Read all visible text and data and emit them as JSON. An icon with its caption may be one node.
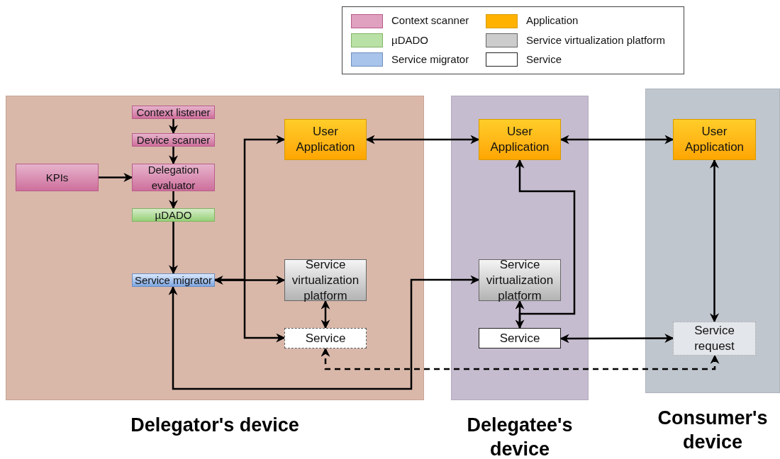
{
  "diagram": {
    "nodes": [
      {
        "text": [
          "Delegator's device"
        ]
      },
      {
        "text": [
          "Delegatee's device"
        ]
      },
      {
        "text": [
          "Consumer's device"
        ]
      },
      {
        "text": [
          "Context listener"
        ],
        "in": 0
      },
      {
        "text": [
          "Device scanner"
        ],
        "in": 0
      },
      {
        "text": [
          "KPIs"
        ],
        "in": 0
      },
      {
        "text": [
          "Delegation evaluator"
        ],
        "in": 0
      },
      {
        "text": [
          "µDADO"
        ],
        "in": 0
      },
      {
        "text": [
          "User Application"
        ],
        "in": 0
      },
      {
        "text": [
          "Service migrator"
        ],
        "in": 0
      },
      {
        "text": [
          "Service virtualization platform"
        ],
        "in": 0
      },
      {
        "text": [
          "Service"
        ],
        "in": 0
      },
      {
        "text": [
          "User Application"
        ],
        "in": 1
      },
      {
        "text": [
          "Service virtualization platform"
        ],
        "in": 1
      },
      {
        "text": [
          "Service"
        ],
        "in": 1
      },
      {
        "text": [
          "User Application"
        ],
        "in": 2
      },
      {
        "text": [
          "Service request"
        ],
        "in": 2
      }
    ],
    "edges": [
      {
        "from": 3,
        "to": 4,
        "arrow": "to"
      },
      {
        "from": 4,
        "to": 6,
        "arrow": "to"
      },
      {
        "from": 5,
        "to": 6,
        "arrow": "to"
      },
      {
        "from": 6,
        "to": 7,
        "arrow": "to"
      },
      {
        "from": 7,
        "to": 9,
        "arrow": "to"
      },
      {
        "from": 9,
        "to": 10,
        "arrow": "both"
      },
      {
        "from": 9,
        "to": 8,
        "arrow": "to"
      },
      {
        "from": 9,
        "to": 11,
        "arrow": "to"
      },
      {
        "from": 10,
        "to": 11,
        "arrow": "both"
      },
      {
        "from": 8,
        "to": 12,
        "arrow": "both"
      },
      {
        "from": 9,
        "to": 13,
        "arrow": "both"
      },
      {
        "from": 12,
        "to": 15,
        "arrow": "both"
      },
      {
        "from": 13,
        "to": 14,
        "arrow": "both"
      },
      {
        "from": 14,
        "to": 12,
        "arrow": "to"
      },
      {
        "from": 14,
        "to": 16,
        "arrow": "both"
      },
      {
        "from": 15,
        "to": 16,
        "arrow": "both"
      },
      {
        "from": 11,
        "to": 16,
        "arrow": "both",
        "style": "dashed"
      }
    ],
    "legend": [
      {
        "text": "Context scanner",
        "color": "#e0a0c0"
      },
      {
        "text": "µDADO",
        "color": "#b9e0a5"
      },
      {
        "text": "Service migrator",
        "color": "#a9c4eb"
      },
      {
        "text": "Application",
        "color": "#ffb300"
      },
      {
        "text": "Service virtualization platform",
        "color": "#cccccc"
      },
      {
        "text": "Service",
        "color": "#ffffff"
      }
    ]
  }
}
